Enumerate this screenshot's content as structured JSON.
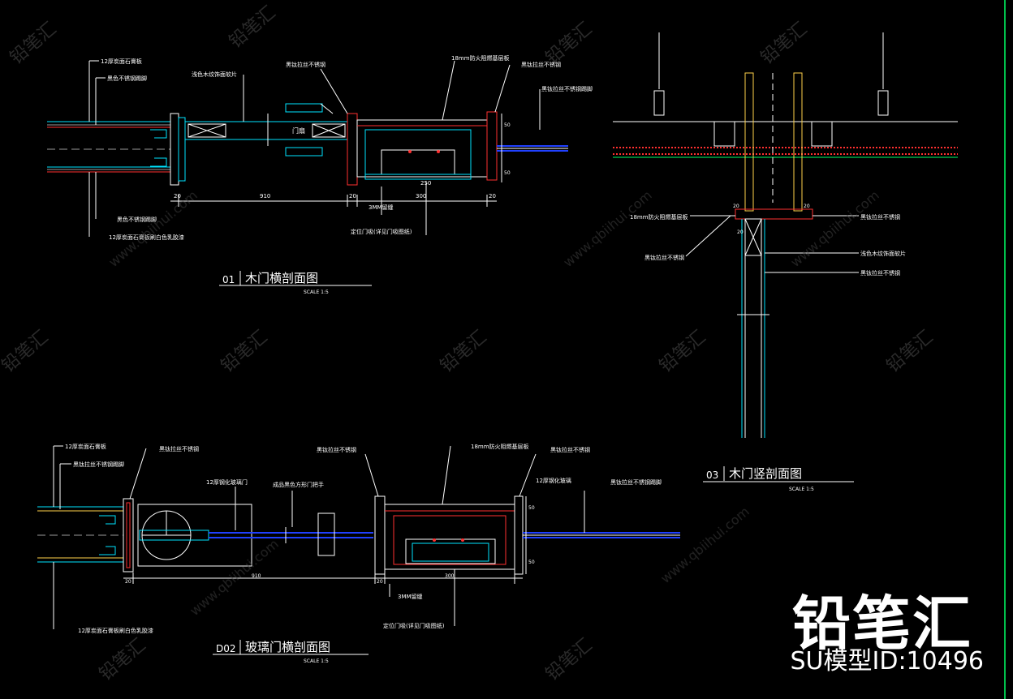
{
  "watermark": {
    "brand": "铅笔汇",
    "site": "www.qbiihui.com"
  },
  "brand_overlay": {
    "name": "铅笔汇",
    "model_id": "SU模型ID:10496"
  },
  "colors": {
    "background": "#000000",
    "line_white": "#ffffff",
    "line_cyan": "#00e5ff",
    "line_red": "#ff3030",
    "line_blue": "#2040ff",
    "line_green": "#00ff66",
    "line_yellow": "#ffd24a",
    "line_gray": "#9a9a9a"
  },
  "drawing_01": {
    "number": "01",
    "title": "木门横剖面图",
    "scale": "SCALE   1:5",
    "labels": {
      "stone": "12厚炭面石膏板",
      "ss_trim": "黑色不锈钢踢脚",
      "panel": "浅色木纹饰面软片",
      "door_leaf": "门扇",
      "fire_board": "18mm防火阻燃基层板",
      "ss_1": "黑钛拉丝不锈钢",
      "ss_2": "黑钛拉丝不锈钢",
      "ss_3": "黑钛拉丝不锈钢踢脚",
      "bottom_trim": "黑色不锈钢踢脚",
      "bottom_board": "12厚炭面石膏板刷白色乳胶漆",
      "gap": "3MM留缝",
      "closer": "定位门吸(详见门吸图纸)"
    },
    "dims": {
      "d20a": "20",
      "d910": "910",
      "d20b": "20",
      "d300": "300",
      "d250": "250",
      "d20c": "20",
      "d50a": "50",
      "d50b": "50"
    }
  },
  "drawing_02": {
    "number": "D02",
    "title": "玻璃门横剖面图",
    "scale": "SCALE   1:5",
    "labels": {
      "stone": "12厚炭面石膏板",
      "ss_trim": "黑钛拉丝不锈钢踢脚",
      "ss_a": "黑钛拉丝不锈钢",
      "glass_door": "12厚钢化玻璃门",
      "handle": "成品黑色方形门把手",
      "ss_b": "黑钛拉丝不锈钢",
      "fire_board": "18mm防火阻燃基层板",
      "ss_c": "黑钛拉丝不锈钢",
      "glass": "12厚钢化玻璃",
      "ss_d": "黑钛拉丝不锈钢踢脚",
      "bottom_board": "12厚炭面石膏板刷白色乳胶漆",
      "gap": "3MM留缝",
      "closer": "定位门吸(详见门吸图纸)"
    },
    "dims": {
      "d20a": "20",
      "d910": "910",
      "d20b": "20",
      "d300": "300",
      "d50a": "50",
      "d50b": "50"
    }
  },
  "drawing_03": {
    "number": "03",
    "title": "木门竖剖面图",
    "scale": "SCALE   1:5",
    "labels": {
      "fire_board": "18mm防火阻燃基层板",
      "ss_left": "黑钛拉丝不锈钢",
      "ss_right": "黑钛拉丝不锈钢",
      "panel": "浅色木纹饰面软片",
      "ss_right2": "黑钛拉丝不锈钢"
    },
    "dims": {
      "d20a": "20",
      "d20b": "20",
      "d20c": "20"
    }
  }
}
